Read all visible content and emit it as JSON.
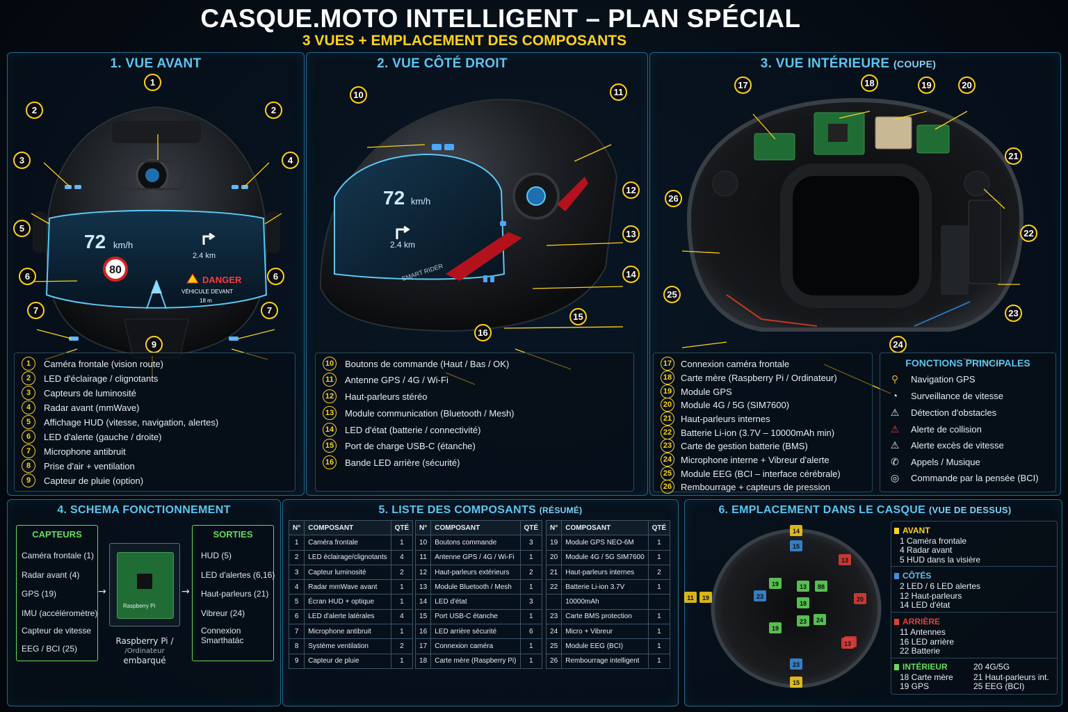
{
  "title": "CASQUE.MOTO INTELLIGENT – PLAN SPÉCIAL",
  "subtitle": "3 VUES + EMPLACEMENT DES COMPOSANTS",
  "front": {
    "title": "1. VUE AVANT",
    "hud": {
      "speed": "72",
      "unit": "km/h",
      "limit": "80",
      "distance": "2.4 km",
      "danger": "DANGER",
      "warn1": "VÉHICULE DEVANT",
      "warn2": "18 m"
    },
    "items": [
      "Caméra frontale (vision route)",
      "LED d'éclairage / clignotants",
      "Capteurs de luminosité",
      "Radar avant (mmWave)",
      "Affichage HUD (vitesse, navigation, alertes)",
      "LED d'alerte (gauche / droite)",
      "Microphone antibruit",
      "Prise d'air + ventilation",
      "Capteur de pluie (option)"
    ]
  },
  "side": {
    "title": "2. VUE CÔTÉ DROIT",
    "hud": {
      "speed": "72",
      "unit": "km/h",
      "distance": "2.4 km",
      "brand": "SMART RIDER"
    },
    "items": [
      "Boutons de commande (Haut / Bas / OK)",
      "Antenne GPS / 4G / Wi-Fi",
      "Haut-parleurs stéréo",
      "Module communication (Bluetooth / Mesh)",
      "LED d'état (batterie / connectivité)",
      "Port de charge USB-C (étanche)",
      "Bande LED arrière (sécurité)"
    ]
  },
  "interior": {
    "title": "3. VUE INTÉRIEURE",
    "title_small": "(COUPE)",
    "items": [
      "Connexion caméra frontale",
      "Carte mère (Raspberry Pi / Ordinateur)",
      "Module GPS",
      "Module 4G / 5G (SIM7600)",
      "Haut-parleurs internes",
      "Batterie Li-ion (3.7V – 10000mAh min)",
      "Carte de gestion batterie (BMS)",
      "Microphone interne + Vibreur d'alerte",
      "Module EEG (BCI – interface cérébrale)",
      "Rembourrage + capteurs de pression"
    ]
  },
  "functions": {
    "title": "FONCTIONS PRINCIPALES",
    "items": [
      {
        "icon": "map-pin-icon",
        "glyph": "⚲",
        "label": "Navigation GPS"
      },
      {
        "icon": "speedometer-icon",
        "glyph": "◔",
        "label": "Surveillance de vitesse"
      },
      {
        "icon": "warning-icon",
        "glyph": "⚠",
        "label": "Détection d'obstacles"
      },
      {
        "icon": "collision-icon",
        "glyph": "⚠",
        "label": "Alerte de collision"
      },
      {
        "icon": "speed-warning-icon",
        "glyph": "⚠",
        "label": "Alerte excès de vitesse"
      },
      {
        "icon": "phone-icon",
        "glyph": "✆",
        "label": "Appels / Musique"
      },
      {
        "icon": "brain-icon",
        "glyph": "◎",
        "label": "Commande par la pensée (BCI)"
      }
    ]
  },
  "schema": {
    "title": "4. SCHEMA FONCTIONNEMENT",
    "capteurs_title": "CAPTEURS",
    "capteurs": [
      "Caméra frontale (1)",
      "Radar avant (4)",
      "GPS (19)",
      "IMU (accéléromètre)",
      "Capteur de vitesse",
      "EEG / BCI (25)"
    ],
    "center1": "Raspberry Pi /",
    "center2": "/Ordinateur",
    "center3": "embarqué",
    "board": "Raspberry Pi",
    "sorties_title": "SORTIES",
    "sorties": [
      "HUD (5)",
      "LED d'alertes (6,16)",
      "Haut-parleurs (21)",
      "Vibreur (24)",
      "Connexion",
      "Smarthatác"
    ]
  },
  "table": {
    "title": "5. LISTE DES COMPOSANTS",
    "title_small": "(RÉSUMÉ)",
    "headers": [
      "N°",
      "COMPOSANT",
      "QTÉ"
    ],
    "cols": [
      [
        [
          "1",
          "Caméra frontale",
          "1"
        ],
        [
          "2",
          "LED éclairage/clignotants",
          "4"
        ],
        [
          "3",
          "Capteur luminosité",
          "2"
        ],
        [
          "4",
          "Radar mmWave avant",
          "1"
        ],
        [
          "5",
          "Écran HUD + optique",
          "1"
        ],
        [
          "6",
          "LED d'alerte latérales",
          "4"
        ],
        [
          "7",
          "Microphone antibruit",
          "1"
        ],
        [
          "8",
          "Système ventilation",
          "2"
        ],
        [
          "9",
          "Capteur de pluie",
          "1"
        ]
      ],
      [
        [
          "10",
          "Boutons commande",
          "3"
        ],
        [
          "11",
          "Antenne GPS / 4G / Wi-Fi",
          "1"
        ],
        [
          "12",
          "Haut-parleurs extérieurs",
          "2"
        ],
        [
          "13",
          "Module Bluetooth / Mesh",
          "1"
        ],
        [
          "14",
          "LED d'état",
          "3"
        ],
        [
          "15",
          "Port USB-C étanche",
          "1"
        ],
        [
          "16",
          "LED arrière sécurité",
          "6"
        ],
        [
          "17",
          "Connexion caméra",
          "1"
        ],
        [
          "18",
          "Carte mère (Raspberry Pi)",
          "1"
        ]
      ],
      [
        [
          "19",
          "Module GPS NEO-6M",
          "1"
        ],
        [
          "20",
          "Module 4G / 5G SIM7600",
          "1"
        ],
        [
          "21",
          "Haut-parleurs internes",
          "2"
        ],
        [
          "22",
          "Batterie Li-ion 3.7V",
          "1"
        ],
        [
          "",
          "10000mAh",
          ""
        ],
        [
          "23",
          "Carte BMS protection",
          "1"
        ],
        [
          "24",
          "Micro + Vibreur",
          "1"
        ],
        [
          "25",
          "Module EEG (BCI)",
          "1"
        ],
        [
          "26",
          "Rembourrage intelligent",
          "1"
        ]
      ]
    ]
  },
  "placement": {
    "title": "6. EMPLACEMENT DANS LE CASQUE",
    "title_small": "(VUE DE DESSUS)",
    "avant_title": "AVANT",
    "avant": [
      "1  Caméra frontale",
      "4  Radar avant",
      "5  HUD dans la visière"
    ],
    "cotes_title": "CÔTÉS",
    "cotes": [
      "2  LED / 6 LED alertes",
      "12  Haut-parleurs",
      "14  LED d'état"
    ],
    "arriere_title": "ARRIÈRE",
    "arriere": [
      "11  Antennes",
      "16  LED arrière",
      "22  Batterie"
    ],
    "interieur_title": "INTÉRIEUR",
    "interieur_a": [
      "18  Carte mère",
      "19  GPS"
    ],
    "interieur_b": [
      "20  4G/5G",
      "21  Haut-parleurs int.",
      "25  EEG (BCI)"
    ],
    "tags": [
      "14",
      "15",
      "13",
      "19",
      "23",
      "20",
      "18",
      "23",
      "19",
      "13",
      "88",
      "19",
      "24",
      "22",
      "23",
      "15",
      "11",
      "13"
    ]
  },
  "colors": {
    "accent": "#59c6f2",
    "yellow": "#ffd21a",
    "green": "#64dd5c",
    "red": "#e0403a",
    "blue": "#3d8fe0"
  }
}
